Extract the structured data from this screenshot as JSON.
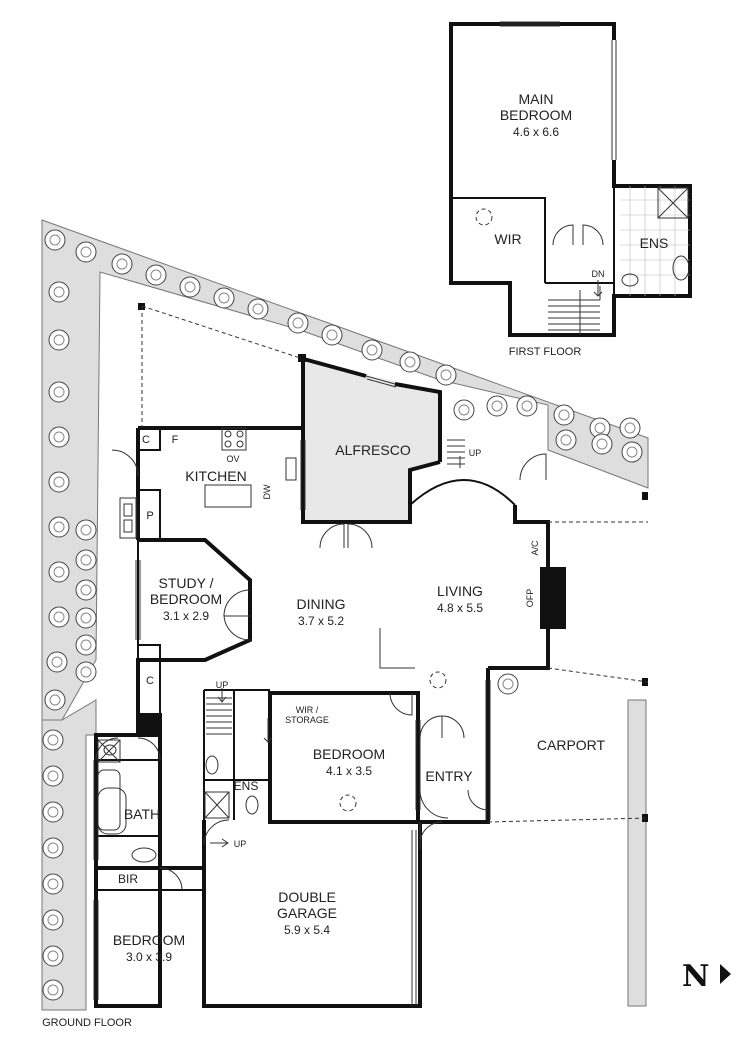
{
  "floors": {
    "first": {
      "label": "FIRST FLOOR",
      "rooms": {
        "main_bedroom": {
          "name_line1": "MAIN",
          "name_line2": "BEDROOM",
          "size": "4.6 x 6.6"
        },
        "wir": {
          "name": "WIR"
        },
        "ens": {
          "name": "ENS"
        }
      },
      "stair_label": "DN"
    },
    "ground": {
      "label": "GROUND FLOOR",
      "rooms": {
        "alfresco": {
          "name": "ALFRESCO"
        },
        "kitchen": {
          "name": "KITCHEN",
          "fixtures": {
            "c": "C",
            "f": "F",
            "ov": "OV",
            "dw": "DW",
            "p": "P"
          }
        },
        "study": {
          "name_line1": "STUDY /",
          "name_line2": "BEDROOM",
          "size": "3.1 x 2.9"
        },
        "dining": {
          "name": "DINING",
          "size": "3.7 x 5.2"
        },
        "living": {
          "name": "LIVING",
          "size": "4.8 x 5.5",
          "fixtures": {
            "ac": "A/C",
            "ofp": "OFP"
          }
        },
        "carport": {
          "name": "CARPORT"
        },
        "bedroom2": {
          "name": "BEDROOM",
          "size": "4.1 x 3.5"
        },
        "wir_storage": {
          "name_line1": "WIR /",
          "name_line2": "STORAGE"
        },
        "ens": {
          "name": "ENS"
        },
        "entry": {
          "name": "ENTRY"
        },
        "bath": {
          "name": "BATH"
        },
        "bir": {
          "name": "BIR"
        },
        "bedroom3": {
          "name": "BEDROOM",
          "size": "3.0 x 3.9"
        },
        "garage": {
          "name_line1": "DOUBLE",
          "name_line2": "GARAGE",
          "size": "5.9 x 5.4"
        },
        "closet": {
          "name": "C"
        }
      },
      "stair_labels": {
        "up_alfresco": "UP",
        "up_wir": "UP",
        "up_garage": "UP"
      }
    }
  },
  "compass": {
    "label": "N"
  }
}
